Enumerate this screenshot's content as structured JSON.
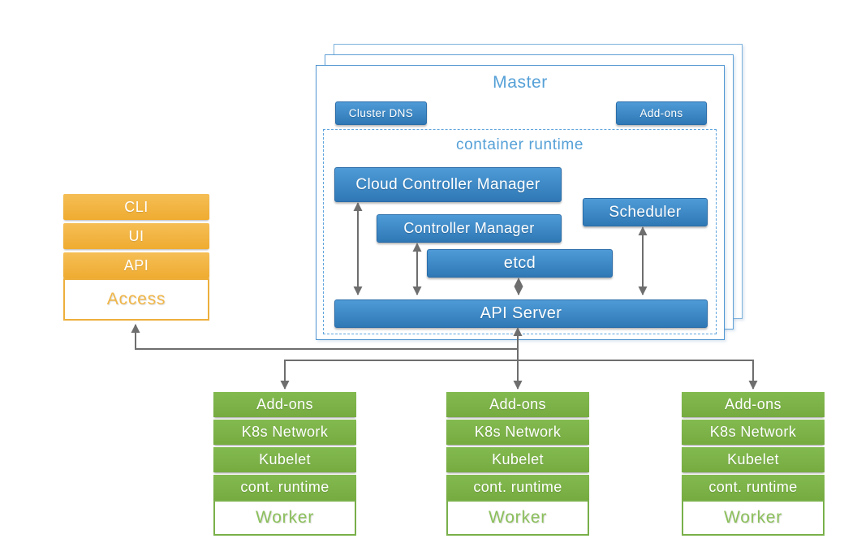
{
  "master": {
    "title": "Master",
    "cluster_dns": "Cluster DNS",
    "addons": "Add-ons",
    "runtime": {
      "title": "container runtime",
      "cloud_controller_manager": "Cloud Controller Manager",
      "controller_manager": "Controller Manager",
      "scheduler": "Scheduler",
      "etcd": "etcd",
      "api_server": "API Server"
    }
  },
  "access": {
    "title": "Access",
    "items": [
      "CLI",
      "UI",
      "API"
    ]
  },
  "workers": [
    {
      "title": "Worker",
      "items": [
        "Add-ons",
        "K8s Network",
        "Kubelet",
        "cont. runtime"
      ]
    },
    {
      "title": "Worker",
      "items": [
        "Add-ons",
        "K8s Network",
        "Kubelet",
        "cont. runtime"
      ]
    },
    {
      "title": "Worker",
      "items": [
        "Add-ons",
        "K8s Network",
        "Kubelet",
        "cont. runtime"
      ]
    }
  ],
  "colors": {
    "blue_node_top": "#4E9BD7",
    "blue_node_bottom": "#2F78B5",
    "blue_title": "#55A0D7",
    "blue_border": "#4E94D1",
    "orange_node": "#EFAC31",
    "orange_text": "#F1B646",
    "green_node": "#7CB34A",
    "green_text": "#8CC05C",
    "wire_gray": "#6E6E6E"
  }
}
